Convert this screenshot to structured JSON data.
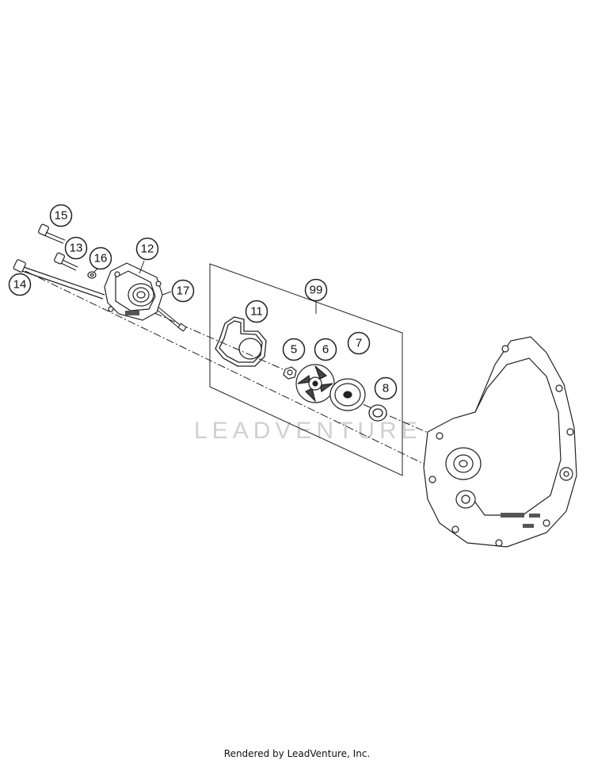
{
  "callouts": {
    "c15": "15",
    "c13": "13",
    "c16": "16",
    "c12": "12",
    "c14": "14",
    "c17": "17",
    "c99": "99",
    "c11": "11",
    "c5": "5",
    "c6": "6",
    "c7": "7",
    "c8": "8"
  },
  "watermark": "LEADVENTURE",
  "footer": "Rendered by LeadVenture, Inc."
}
